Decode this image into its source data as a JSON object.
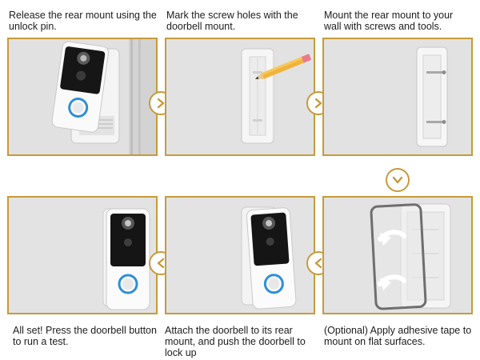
{
  "steps": [
    {
      "text": "Release the rear mount using the unlock pin."
    },
    {
      "text": "Mark the screw holes with the doorbell mount."
    },
    {
      "text": "Mount the rear mount to your wall with screws and tools."
    },
    {
      "text": "(Optional) Apply adhesive tape to mount on flat surfaces."
    },
    {
      "text": "Attach the doorbell to its rear mount, and push the doorbell to lock up"
    },
    {
      "text": "All set! Press the doorbell button to run a test."
    }
  ],
  "arrows": [
    {
      "icon": "chevron-right-icon"
    },
    {
      "icon": "chevron-right-icon"
    },
    {
      "icon": "chevron-down-icon"
    },
    {
      "icon": "chevron-left-icon"
    },
    {
      "icon": "chevron-left-icon"
    }
  ],
  "colors": {
    "frame": "#c79a3a",
    "wall": "#e4e4e4",
    "device": "#f7f7f7",
    "accent": "#2f8fd8"
  }
}
